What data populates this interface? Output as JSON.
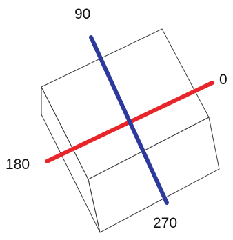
{
  "labels": {
    "top": "90",
    "right": "0",
    "left": "180",
    "bottom": "270"
  },
  "colors": {
    "box_edges": "#3a3a3a",
    "red_axis": "#e8262a",
    "blue_axis": "#2b3a9c",
    "text": "#111111"
  }
}
